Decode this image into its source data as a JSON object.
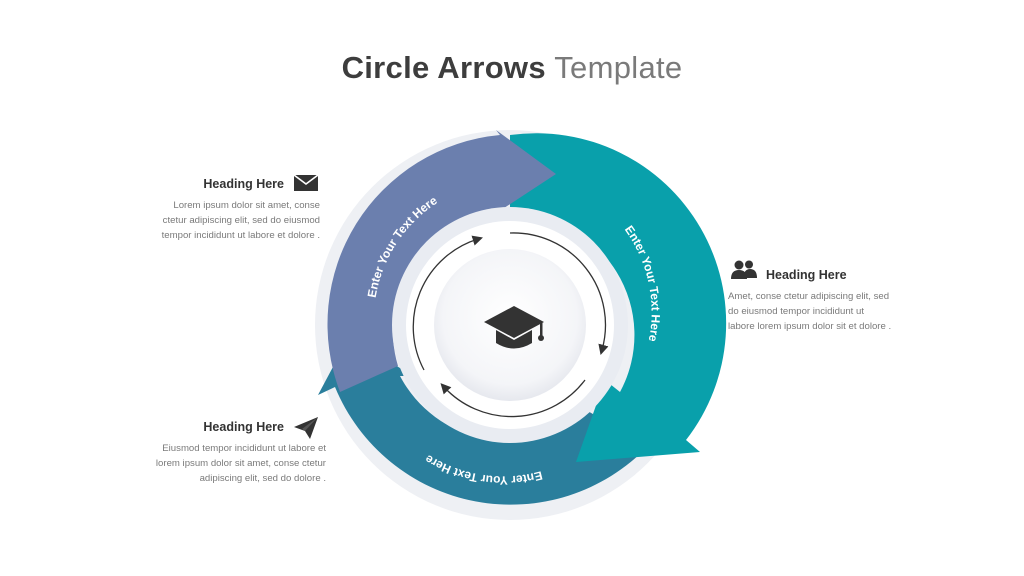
{
  "title": {
    "bold": "Circle Arrows",
    "light": "Template"
  },
  "colors": {
    "arrow_top": "#6b7fae",
    "arrow_right": "#09a0ab",
    "arrow_bottom": "#2a7e9c",
    "text": "#333333",
    "muted": "#7a7a7a"
  },
  "arrows": {
    "top": "Enter Your Text Here",
    "right": "Enter Your Text Here",
    "bottom": "Enter Your Text Here"
  },
  "center_icon": "graduation-cap-icon",
  "blocks": {
    "top_left": {
      "heading": "Heading Here",
      "icon": "envelope-icon",
      "lines": [
        "Lorem ipsum dolor sit amet, conse",
        "ctetur adipiscing elit, sed do eiusmod",
        "tempor incididunt ut labore et dolore ."
      ]
    },
    "right": {
      "heading": "Heading Here",
      "icon": "users-icon",
      "lines": [
        "Amet, conse ctetur adipiscing elit, sed",
        "do eiusmod tempor incididunt ut",
        "labore lorem ipsum dolor sit et dolore ."
      ]
    },
    "bottom_left": {
      "heading": "Heading Here",
      "icon": "paper-plane-icon",
      "lines": [
        "Eiusmod tempor incididunt ut labore et",
        "lorem ipsum dolor sit amet, conse ctetur",
        "adipiscing elit, sed do dolore ."
      ]
    }
  }
}
